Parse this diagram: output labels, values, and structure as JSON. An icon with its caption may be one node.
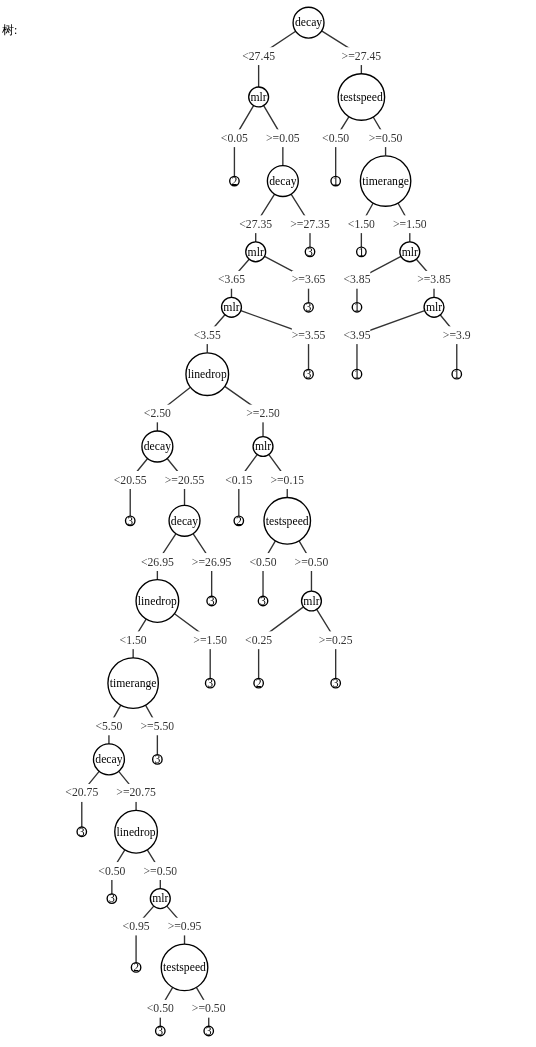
{
  "diagram": {
    "nodes": [
      {
        "text": [
          "decay"
        ]
      },
      {
        "text": [
          "mlr"
        ]
      },
      {
        "text": [
          "2"
        ]
      },
      {
        "text": [
          "decay"
        ]
      },
      {
        "text": [
          "mlr"
        ]
      },
      {
        "text": [
          "mlr"
        ]
      },
      {
        "text": [
          "linedrop"
        ]
      },
      {
        "text": [
          "decay"
        ]
      },
      {
        "text": [
          "3"
        ]
      },
      {
        "text": [
          "decay"
        ]
      },
      {
        "text": [
          "linedrop"
        ]
      },
      {
        "text": [
          "timerange"
        ]
      },
      {
        "text": [
          "decay"
        ]
      },
      {
        "text": [
          "3"
        ]
      },
      {
        "text": [
          "linedrop"
        ]
      },
      {
        "text": [
          "3"
        ]
      },
      {
        "text": [
          "mlr"
        ]
      },
      {
        "text": [
          "2"
        ]
      },
      {
        "text": [
          "testspeed"
        ]
      },
      {
        "text": [
          "3"
        ]
      },
      {
        "text": [
          "3"
        ]
      },
      {
        "text": [
          "3"
        ]
      },
      {
        "text": [
          "3"
        ]
      },
      {
        "text": [
          "3"
        ]
      },
      {
        "text": [
          "mlr"
        ]
      },
      {
        "text": [
          "2"
        ]
      },
      {
        "text": [
          "testspeed"
        ]
      },
      {
        "text": [
          "3"
        ]
      },
      {
        "text": [
          "mlr"
        ]
      },
      {
        "text": [
          "2"
        ]
      },
      {
        "text": [
          "3"
        ]
      },
      {
        "text": [
          "3"
        ]
      },
      {
        "text": [
          "3"
        ]
      },
      {
        "text": [
          "3"
        ]
      },
      {
        "text": [
          "testspeed"
        ]
      },
      {
        "text": [
          "1"
        ]
      },
      {
        "text": [
          "timerange"
        ]
      },
      {
        "text": [
          "1"
        ]
      },
      {
        "text": [
          "mlr"
        ]
      },
      {
        "text": [
          "1"
        ]
      },
      {
        "text": [
          "mlr"
        ]
      },
      {
        "text": [
          "1"
        ]
      },
      {
        "text": [
          "1"
        ]
      }
    ],
    "edges": [
      {
        "from": 0,
        "to": 1,
        "arrow": "none",
        "label": "<27.45"
      },
      {
        "from": 0,
        "to": 34,
        "arrow": "none",
        "label": ">=27.45"
      },
      {
        "from": 1,
        "to": 2,
        "arrow": "none",
        "label": "<0.05"
      },
      {
        "from": 1,
        "to": 3,
        "arrow": "none",
        "label": ">=0.05"
      },
      {
        "from": 3,
        "to": 4,
        "arrow": "none",
        "label": "<27.35"
      },
      {
        "from": 3,
        "to": 33,
        "arrow": "none",
        "label": ">=27.35"
      },
      {
        "from": 4,
        "to": 5,
        "arrow": "none",
        "label": "<3.65"
      },
      {
        "from": 4,
        "to": 32,
        "arrow": "none",
        "label": ">=3.65"
      },
      {
        "from": 5,
        "to": 6,
        "arrow": "none",
        "label": "<3.55"
      },
      {
        "from": 5,
        "to": 31,
        "arrow": "none",
        "label": ">=3.55"
      },
      {
        "from": 6,
        "to": 7,
        "arrow": "none",
        "label": "<2.50"
      },
      {
        "from": 6,
        "to": 24,
        "arrow": "none",
        "label": ">=2.50"
      },
      {
        "from": 7,
        "to": 8,
        "arrow": "none",
        "label": "<20.55"
      },
      {
        "from": 7,
        "to": 9,
        "arrow": "none",
        "label": ">=20.55"
      },
      {
        "from": 9,
        "to": 10,
        "arrow": "none",
        "label": "<26.95"
      },
      {
        "from": 9,
        "to": 23,
        "arrow": "none",
        "label": ">=26.95"
      },
      {
        "from": 10,
        "to": 11,
        "arrow": "none",
        "label": "<1.50"
      },
      {
        "from": 10,
        "to": 22,
        "arrow": "none",
        "label": ">=1.50"
      },
      {
        "from": 11,
        "to": 12,
        "arrow": "none",
        "label": "<5.50"
      },
      {
        "from": 11,
        "to": 21,
        "arrow": "none",
        "label": ">=5.50"
      },
      {
        "from": 12,
        "to": 13,
        "arrow": "none",
        "label": "<20.75"
      },
      {
        "from": 12,
        "to": 14,
        "arrow": "none",
        "label": ">=20.75"
      },
      {
        "from": 14,
        "to": 15,
        "arrow": "none",
        "label": "<0.50"
      },
      {
        "from": 14,
        "to": 16,
        "arrow": "none",
        "label": ">=0.50"
      },
      {
        "from": 16,
        "to": 17,
        "arrow": "none",
        "label": "<0.95"
      },
      {
        "from": 16,
        "to": 18,
        "arrow": "none",
        "label": ">=0.95"
      },
      {
        "from": 18,
        "to": 19,
        "arrow": "none",
        "label": "<0.50"
      },
      {
        "from": 18,
        "to": 20,
        "arrow": "none",
        "label": ">=0.50"
      },
      {
        "from": 24,
        "to": 25,
        "arrow": "none",
        "label": "<0.15"
      },
      {
        "from": 24,
        "to": 26,
        "arrow": "none",
        "label": ">=0.15"
      },
      {
        "from": 26,
        "to": 27,
        "arrow": "none",
        "label": "<0.50"
      },
      {
        "from": 26,
        "to": 28,
        "arrow": "none",
        "label": ">=0.50"
      },
      {
        "from": 28,
        "to": 29,
        "arrow": "none",
        "label": "<0.25"
      },
      {
        "from": 28,
        "to": 30,
        "arrow": "none",
        "label": ">=0.25"
      },
      {
        "from": 34,
        "to": 35,
        "arrow": "none",
        "label": "<0.50"
      },
      {
        "from": 34,
        "to": 36,
        "arrow": "none",
        "label": ">=0.50"
      },
      {
        "from": 36,
        "to": 37,
        "arrow": "none",
        "label": "<1.50"
      },
      {
        "from": 36,
        "to": 38,
        "arrow": "none",
        "label": ">=1.50"
      },
      {
        "from": 38,
        "to": 39,
        "arrow": "none",
        "label": "<3.85"
      },
      {
        "from": 38,
        "to": 40,
        "arrow": "none",
        "label": ">=3.85"
      },
      {
        "from": 40,
        "to": 41,
        "arrow": "none",
        "label": "<3.95"
      },
      {
        "from": 40,
        "to": 42,
        "arrow": "none",
        "label": ">=3.9"
      }
    ],
    "labels": [
      "树:"
    ]
  }
}
